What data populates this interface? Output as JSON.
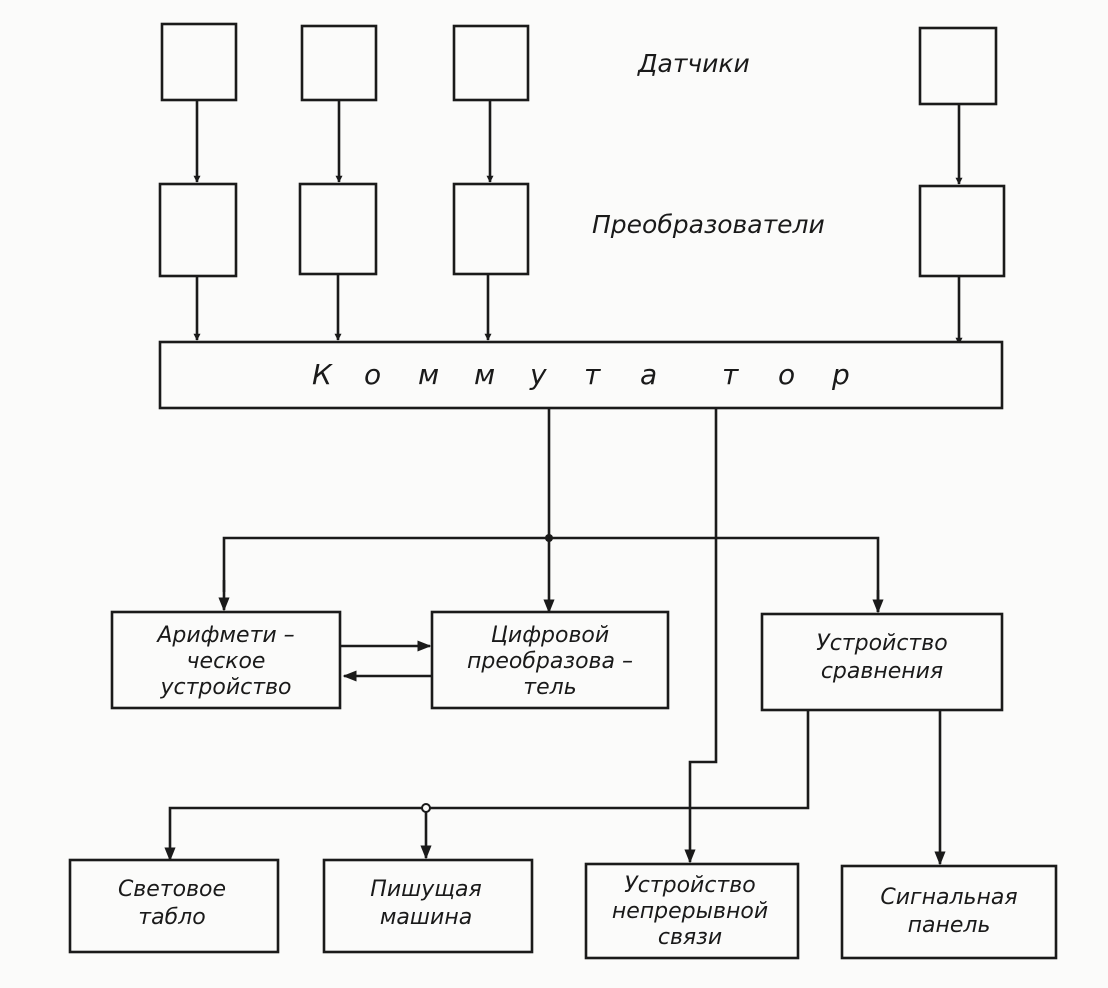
{
  "labels": {
    "sensors": "Датчики",
    "converters": "Преобразователи",
    "commutator_letters": [
      "К",
      "о",
      "м",
      "м",
      "у",
      "т",
      "а",
      "т",
      "о",
      "р"
    ]
  },
  "blocks": {
    "arithmetic_lines": [
      "Арифмети –",
      "ческое",
      "устройство"
    ],
    "digital_converter_lines": [
      "Цифровой",
      "преобразова –",
      "тель"
    ],
    "comparison_lines": [
      "Устройство",
      "сравнения"
    ],
    "light_board_lines": [
      "Световое",
      "табло"
    ],
    "typewriter_lines": [
      "Пишущая",
      "машина"
    ],
    "continuous_link_lines": [
      "Устройство",
      "непрерывной",
      "связи"
    ],
    "signal_panel_lines": [
      "Сигнальная",
      "панель"
    ]
  }
}
